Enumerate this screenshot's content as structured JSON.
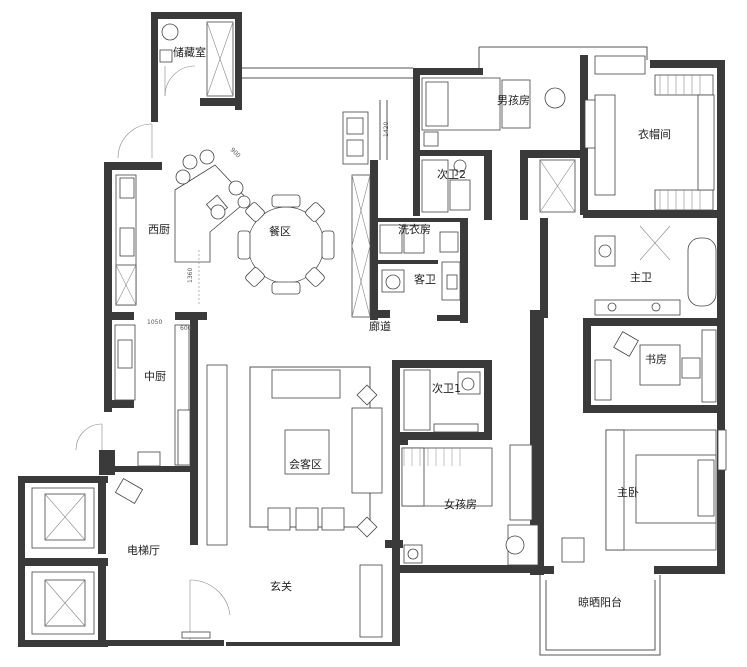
{
  "rooms": {
    "storage": "储藏室",
    "boys_room": "男孩房",
    "closet": "衣帽间",
    "bath2": "次卫2",
    "laundry": "洗衣房",
    "guest_wc": "客卫",
    "corridor": "廊道",
    "western_kitchen": "西厨",
    "dining": "餐区",
    "master_bath": "主卫",
    "study": "书房",
    "chinese_kitchen": "中厨",
    "bath1": "次卫1",
    "living": "会客区",
    "master_bed": "主卧",
    "girls_room": "女孩房",
    "elevator_hall": "电梯厅",
    "foyer": "玄关",
    "balcony": "晾晒阳台"
  },
  "dimensions": {
    "d1420": "1420",
    "d1360": "1360",
    "d900": "900",
    "d1050": "1050",
    "d600": "600"
  }
}
